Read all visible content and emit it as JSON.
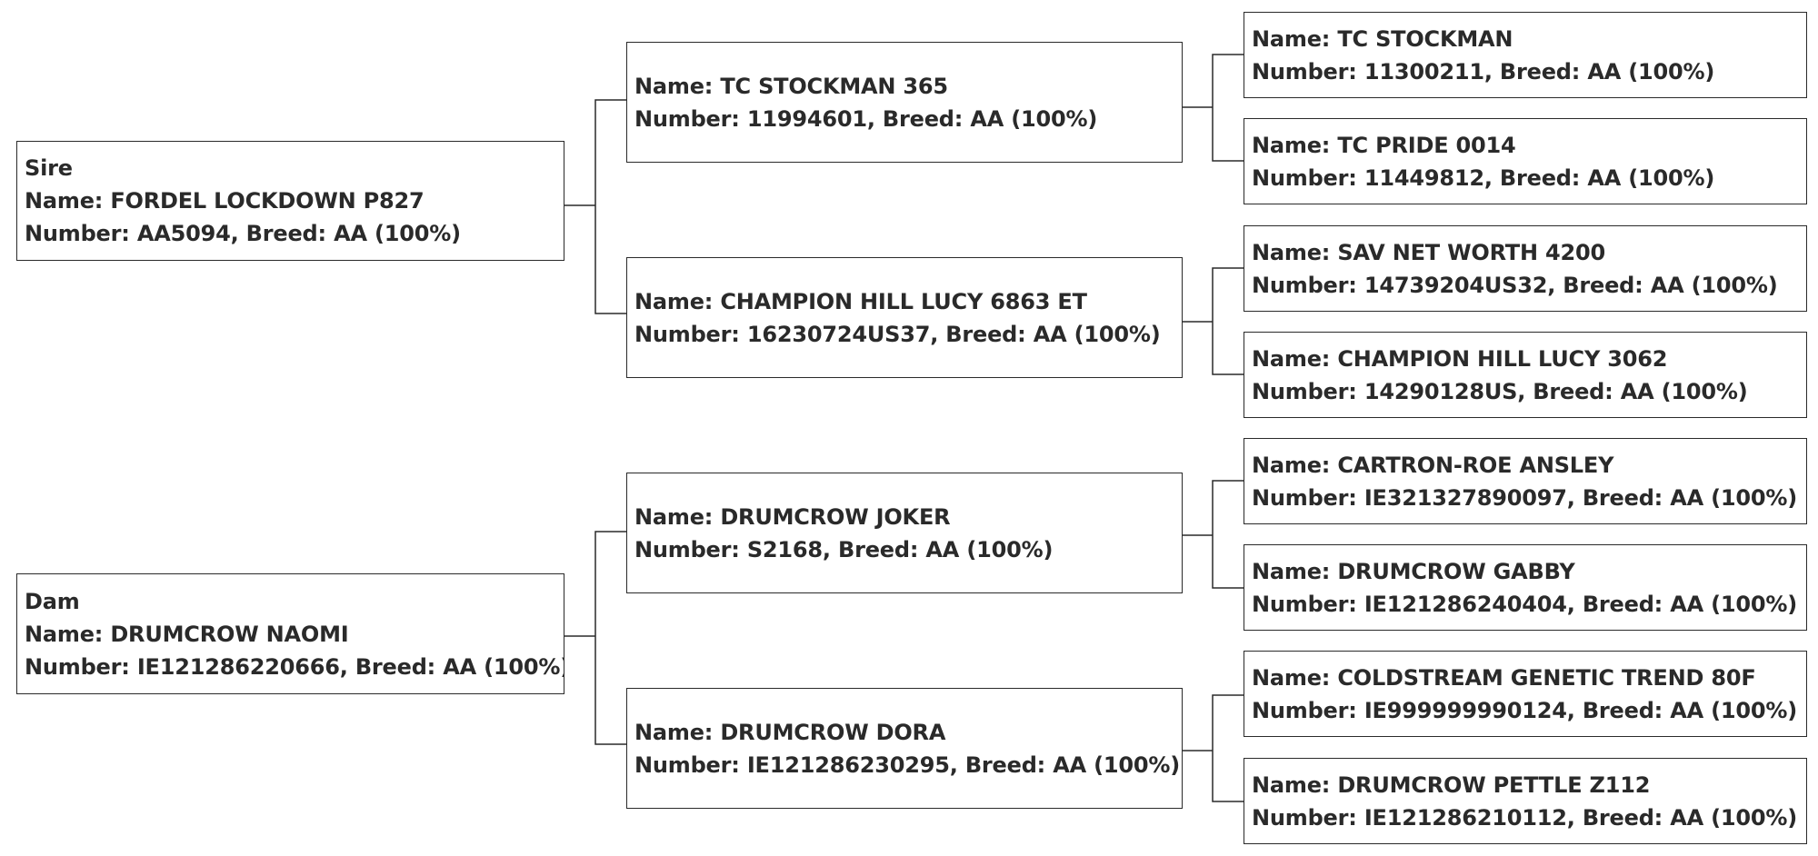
{
  "labels": {
    "name_prefix": "Name: ",
    "number_prefix": "Number: ",
    "breed_prefix": ", Breed: "
  },
  "pedigree": {
    "sire": {
      "role": "Sire",
      "name": "FORDEL LOCKDOWN P827",
      "number": "AA5094",
      "breed": "AA (100%)",
      "sire": {
        "name": "TC STOCKMAN 365",
        "number": "11994601",
        "breed": "AA (100%)",
        "sire": {
          "name": "TC STOCKMAN",
          "number": "11300211",
          "breed": "AA (100%)"
        },
        "dam": {
          "name": "TC PRIDE 0014",
          "number": "11449812",
          "breed": "AA (100%)"
        }
      },
      "dam": {
        "name": "CHAMPION HILL LUCY 6863 ET",
        "number": "16230724US37",
        "breed": "AA (100%)",
        "sire": {
          "name": "SAV NET WORTH 4200",
          "number": "14739204US32",
          "breed": "AA (100%)"
        },
        "dam": {
          "name": "CHAMPION HILL LUCY 3062",
          "number": "14290128US",
          "breed": "AA (100%)"
        }
      }
    },
    "dam": {
      "role": "Dam",
      "name": "DRUMCROW NAOMI",
      "number": "IE121286220666",
      "breed": "AA (100%)",
      "sire": {
        "name": "DRUMCROW JOKER",
        "number": "S2168",
        "breed": "AA (100%)",
        "sire": {
          "name": "CARTRON-ROE ANSLEY",
          "number": "IE321327890097",
          "breed": "AA (100%)"
        },
        "dam": {
          "name": "DRUMCROW GABBY",
          "number": "IE121286240404",
          "breed": "AA (100%)"
        }
      },
      "dam": {
        "name": "DRUMCROW DORA",
        "number": "IE121286230295",
        "breed": "AA (100%)",
        "sire": {
          "name": "COLDSTREAM GENETIC TREND 80F",
          "number": "IE999999990124",
          "breed": "AA (100%)"
        },
        "dam": {
          "name": "DRUMCROW PETTLE Z112",
          "number": "IE121286210112",
          "breed": "AA (100%)"
        }
      }
    }
  }
}
